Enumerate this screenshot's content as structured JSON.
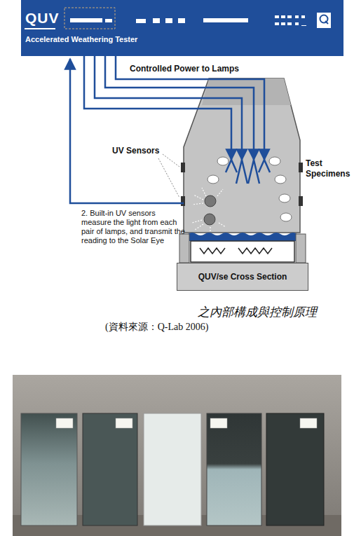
{
  "diagram": {
    "caption": "之內部構成與控制原理",
    "nodes": [
      {
        "text": [
          "QUV",
          "Accelerated Weathering Tester"
        ]
      },
      {
        "text": [
          "QUV/se Cross Section"
        ]
      }
    ],
    "labels": [
      "Controlled Power to Lamps",
      "UV Sensors",
      "Test Specimens",
      "2. Built-in UV sensors measure the light from each pair of lamps, and transmit the reading to the Solar Eye",
      "(資料來源：Q-Lab 2006)"
    ]
  }
}
